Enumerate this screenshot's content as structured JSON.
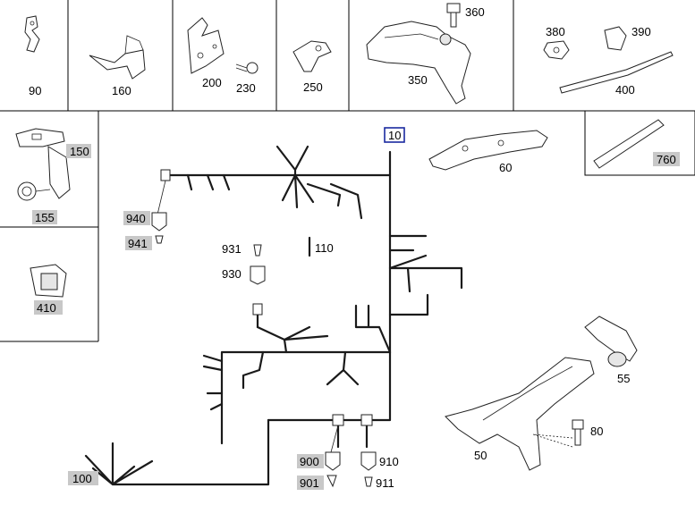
{
  "parts": {
    "p90": "90",
    "p160": "160",
    "p200": "200",
    "p230": "230",
    "p250": "250",
    "p350": "350",
    "p360": "360",
    "p380": "380",
    "p390": "390",
    "p400": "400",
    "p150": "150",
    "p155": "155",
    "p410": "410",
    "p10": "10",
    "p60": "60",
    "p760": "760",
    "p940": "940",
    "p941": "941",
    "p931": "931",
    "p930": "930",
    "p110": "110",
    "p55": "55",
    "p80": "80",
    "p50": "50",
    "p900": "900",
    "p901": "901",
    "p910": "910",
    "p911": "911",
    "p100": "100"
  },
  "colors": {
    "label_highlight": "#c8c8c8",
    "callout_border": "#1a2aa0"
  }
}
